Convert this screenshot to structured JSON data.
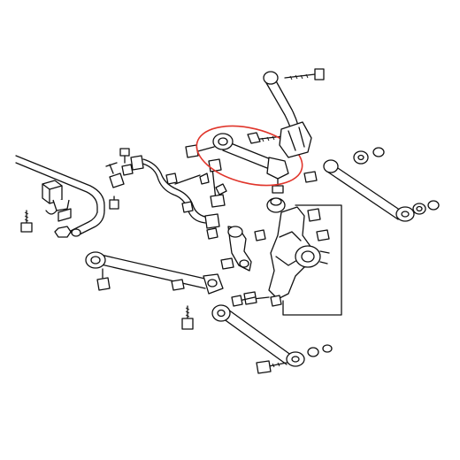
{
  "diagram": {
    "kind": "exploded-parts-view",
    "line_color": "#111111",
    "background": "#ffffff",
    "highlight": {
      "shape": "ellipse",
      "color": "#e0352b",
      "encircles": "upper-control-arm"
    },
    "components": [
      "stabilizer-bar",
      "stabilizer-link",
      "abs-sensor-wire",
      "upper-control-arm",
      "upper-arm-bracket",
      "strut-rod",
      "rear-trailing-arm",
      "lower-control-arm",
      "lateral-link",
      "knuckle-hub-assembly",
      "ball-joint",
      "bushings",
      "bolts",
      "nuts"
    ]
  }
}
